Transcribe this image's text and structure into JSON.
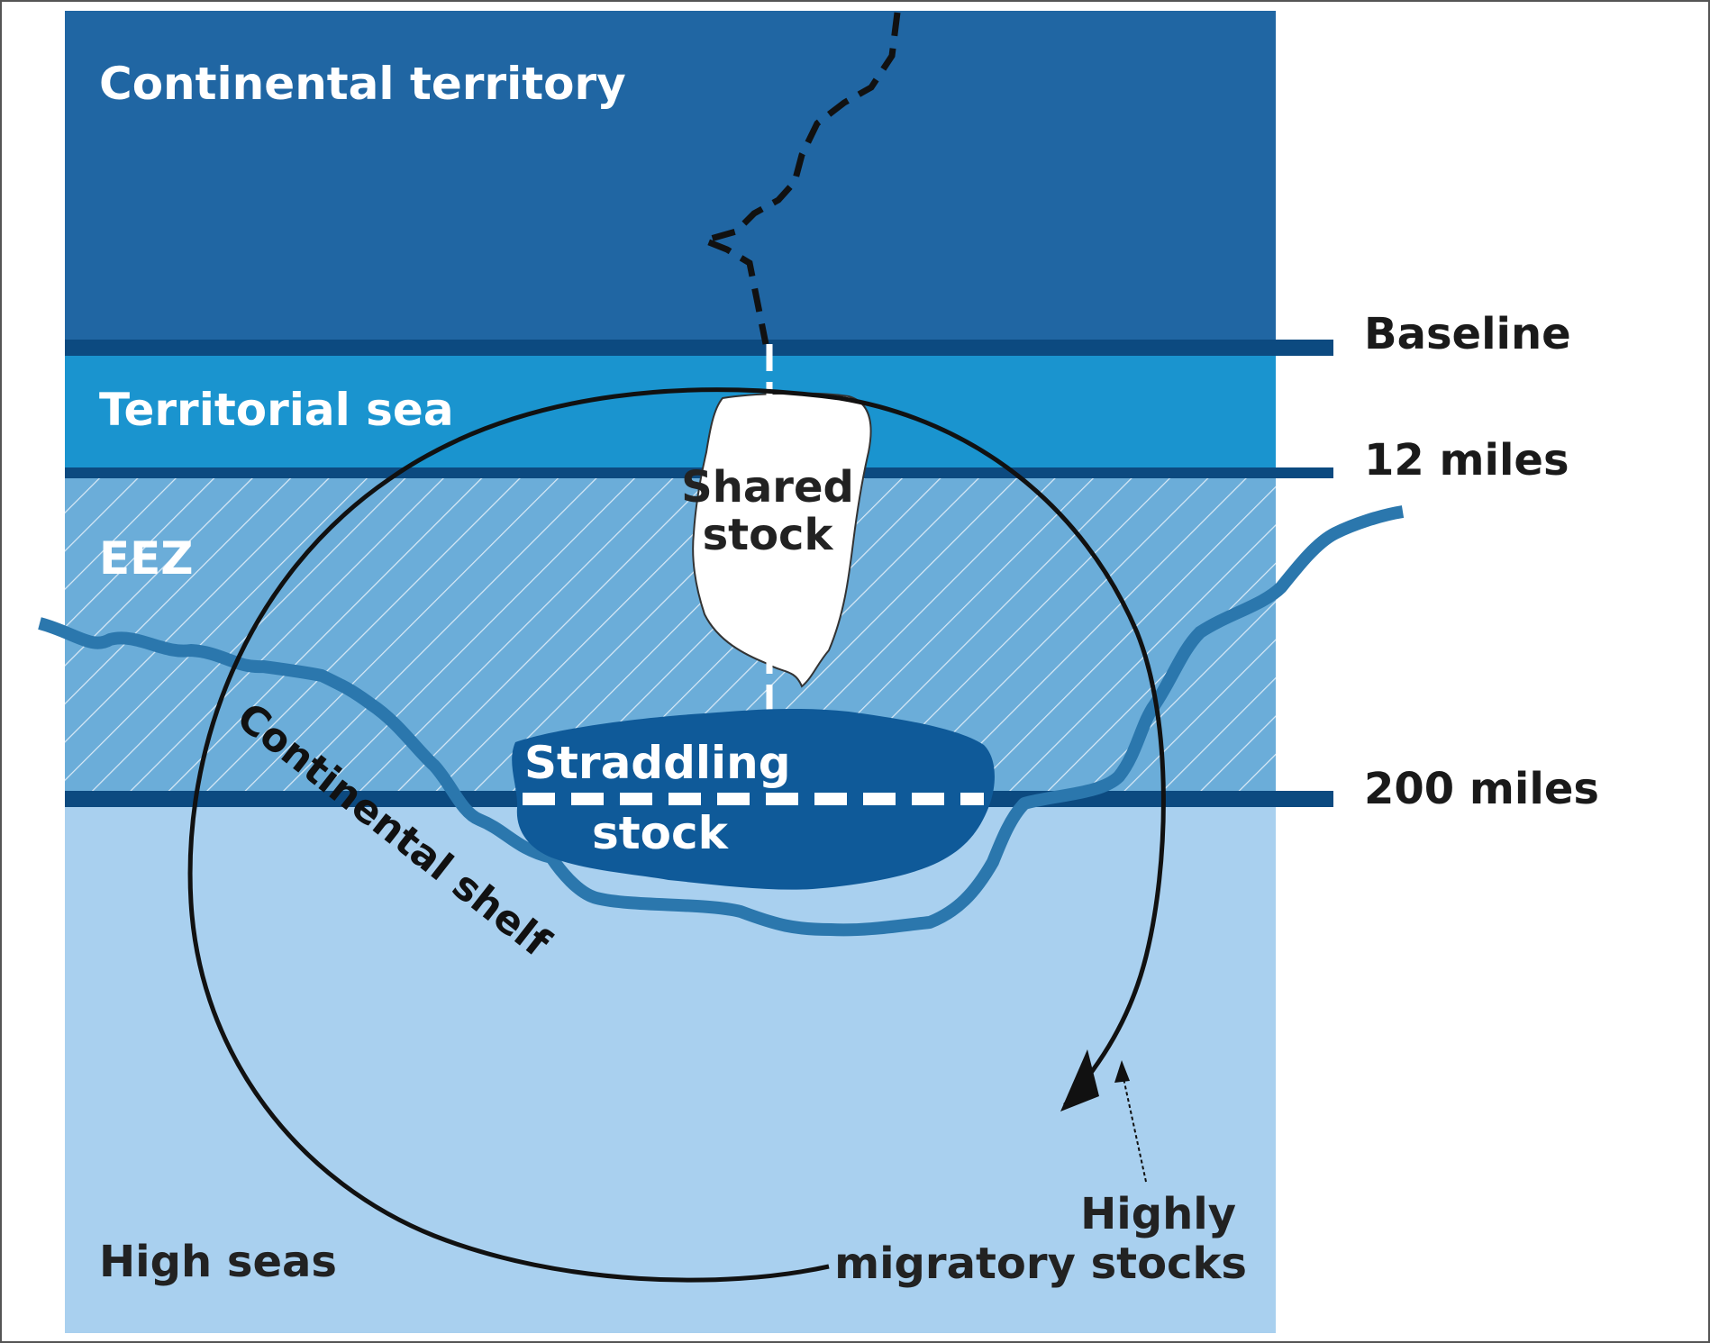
{
  "zones": {
    "continental_territory": "Continental territory",
    "territorial_sea": "Territorial sea",
    "eez": "EEZ",
    "high_seas": "High seas"
  },
  "boundaries": {
    "baseline": "Baseline",
    "twelve_miles": "12 miles",
    "two_hundred_miles": "200 miles"
  },
  "stocks": {
    "shared_line1": "Shared",
    "shared_line2": "stock",
    "straddling_line1": "Straddling",
    "straddling_line2": "stock",
    "migratory_line1": "Highly",
    "migratory_line2": "migratory stocks"
  },
  "shelf": {
    "label": "Continental shelf"
  },
  "colors": {
    "continental": "#2066a3",
    "territorial_sea": "#1a94cf",
    "eez": "#6badd9",
    "high_seas": "#a9d0ef",
    "boundary_line": "#0c4a80",
    "shelf_line": "#2b77ad",
    "straddling_fill": "#0f5a99"
  }
}
